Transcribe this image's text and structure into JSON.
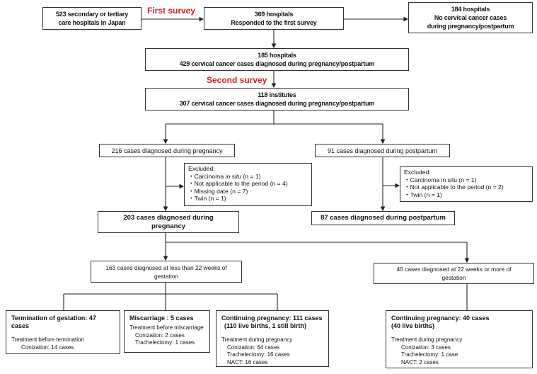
{
  "labels": {
    "first_survey": "First survey",
    "second_survey": "Second survey"
  },
  "boxes": {
    "start": [
      "523 secondary or tertiary",
      "care hospitals in Japan"
    ],
    "responded": [
      "369 hospitals",
      "Responded to the first survey"
    ],
    "no_cases": [
      "184 hospitals",
      "No cervical cancer cases",
      "during pregnancy/postpartum"
    ],
    "hospitals185": [
      "185 hospitals",
      "429 cervical cancer cases diagnosed during pregnancy/postpartum"
    ],
    "institutes118": [
      "118 institutes",
      "307 cervical cancer cases diagnosed during pregnancy/postpartum"
    ],
    "pregnancy216": "216 cases diagnosed during pregnancy",
    "postpartum91": "91 cases diagnosed during postpartum",
    "excluded_pregnancy": {
      "title": "Excluded:",
      "items": [
        {
          "pre": "・Carcinoma ",
          "em": "in situ",
          "post": " (n = 1)"
        },
        "・Not applicable to the period (n = 4)",
        "・Missing date (n = 7)",
        "・Twin (n = 1)"
      ]
    },
    "excluded_postpartum": {
      "title": "Excluded:",
      "items": [
        "・Carcinoma in situ (n = 1)",
        "・Not applicable to the period (n = 2)",
        "・Twin (n = 1)"
      ]
    },
    "pregnancy203": "203 cases diagnosed during pregnancy",
    "postpartum87": "87 cases diagnosed during postpartum",
    "lt22": "163 cases diagnosed at less than 22 weeks of gestation",
    "ge22": "40 cases diagnosed at 22 weeks or more of gestation",
    "termination": {
      "title": "Termination of gestation: 47 cases",
      "sub": "Treatment before termination",
      "items": [
        "Conization: 14 cases"
      ]
    },
    "miscarriage": {
      "title": "Miscarriage : 5 cases",
      "sub": "Treatment before miscarriage",
      "items": [
        "Conization: 2 cases",
        "Trachelectomy: 1 cases"
      ]
    },
    "continuing111": {
      "title": "Continuing pregnancy: 111 cases",
      "title2": "(110 live births, 1 still birth)",
      "sub": "Treatment during pregnancy",
      "items": [
        "Conization: 64 cases",
        "Trachelectomy: 16 cases",
        "NACT: 16 cases"
      ]
    },
    "continuing40": {
      "title": "Continuing pregnancy: 40 cases",
      "title2": "(40 live births)",
      "sub": "Treatment during pregnancy",
      "items": [
        "Conization: 3 cases",
        "Trachelectomy: 1 case",
        "NACT: 2 cases"
      ]
    }
  },
  "colors": {
    "survey_label": "#d0202a",
    "line": "#333333"
  }
}
